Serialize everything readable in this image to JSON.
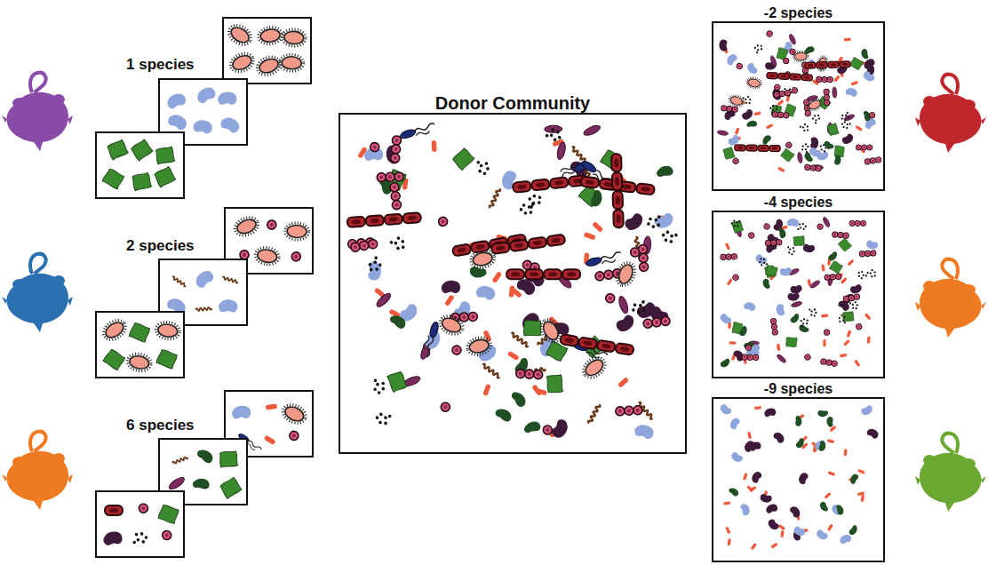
{
  "diagram": {
    "nodes": [
      {
        "text": [
          "Donor Community"
        ]
      },
      {
        "text": [
          "-2 species"
        ]
      },
      {
        "text": [
          "-4 species"
        ]
      },
      {
        "text": [
          "-9 species"
        ]
      }
    ],
    "labels": [
      "1 species",
      "2 species",
      "6 species"
    ]
  }
}
